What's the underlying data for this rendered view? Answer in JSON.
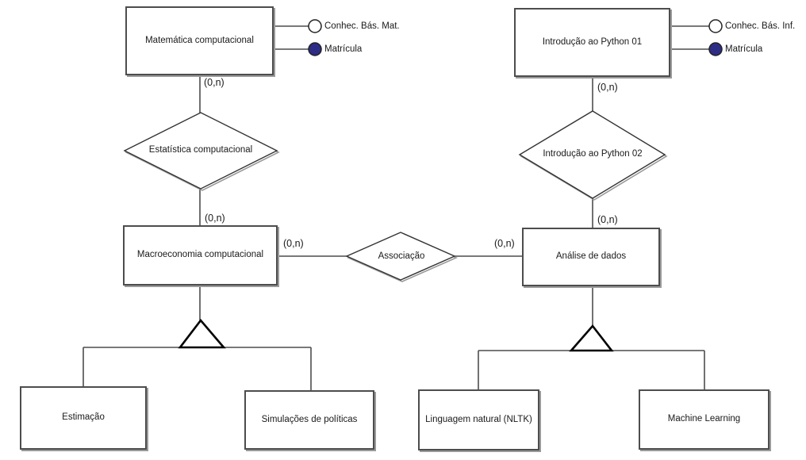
{
  "entities": {
    "matematica": {
      "label": "Matemática computacional"
    },
    "python01": {
      "label": "Introdução ao Python 01"
    },
    "macroeconomia": {
      "label": "Macroeconomia computacional"
    },
    "analise": {
      "label": "Análise de dados"
    },
    "estimacao": {
      "label": "Estimação"
    },
    "simulacoes": {
      "label": "Simulações de políticas"
    },
    "linguagem": {
      "label": "Linguagem natural (NLTK)"
    },
    "machine": {
      "label": "Machine Learning"
    }
  },
  "relationships": {
    "estatistica": {
      "label": "Estatística computacional"
    },
    "python02": {
      "label": "Introdução ao Python 02"
    },
    "associacao": {
      "label": "Associação"
    }
  },
  "attributes": {
    "mat_conhec": {
      "label": "Conhec. Bás. Mat.",
      "kind": "normal"
    },
    "mat_matricula": {
      "label": "Matrícula",
      "kind": "identifier"
    },
    "inf_conhec": {
      "label": "Conhec. Bás. Inf.",
      "kind": "normal"
    },
    "inf_matricula": {
      "label": "Matrícula",
      "kind": "identifier"
    }
  },
  "cardinalities": {
    "matematica_to_estatistica": "(0,n)",
    "estatistica_to_macroeconomia": "(0,n)",
    "macroeconomia_to_associacao": "(0,n)",
    "associacao_to_analise": "(0,n)",
    "python01_to_python02": "(0,n)",
    "python02_to_analise": "(0,n)"
  },
  "colors": {
    "identifier_attribute_fill": "#2d2d86",
    "normal_attribute_fill": "#ffffff",
    "entity_border": "#4d4d4d",
    "shape_fill": "#ffffff",
    "connector_line": "#4d4d4d",
    "text": "#1a1a1a",
    "shadow": "#9a9a9a"
  }
}
